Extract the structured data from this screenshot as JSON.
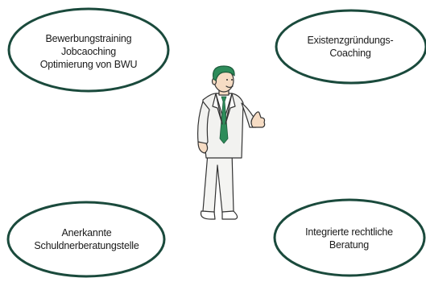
{
  "bubbles": {
    "top_left": {
      "line1": "Bewerbungstraining",
      "line2": "Jobcaoching",
      "line3": "Optimierung von BWU"
    },
    "top_right": {
      "line1": "Existenzgründungs-",
      "line2": "Coaching"
    },
    "bottom_left": {
      "line1": "Anerkannte",
      "line2": "Schuldnerberatungstelle"
    },
    "bottom_right": {
      "line1": "Integrierte rechtliche",
      "line2": "Beratung"
    }
  },
  "colors": {
    "bubble_outline": "#1a4a3c",
    "hair": "#2d8c5a",
    "tie": "#2d8c5a",
    "suit": "#f2f2f0",
    "skin": "#f6dcc4"
  }
}
